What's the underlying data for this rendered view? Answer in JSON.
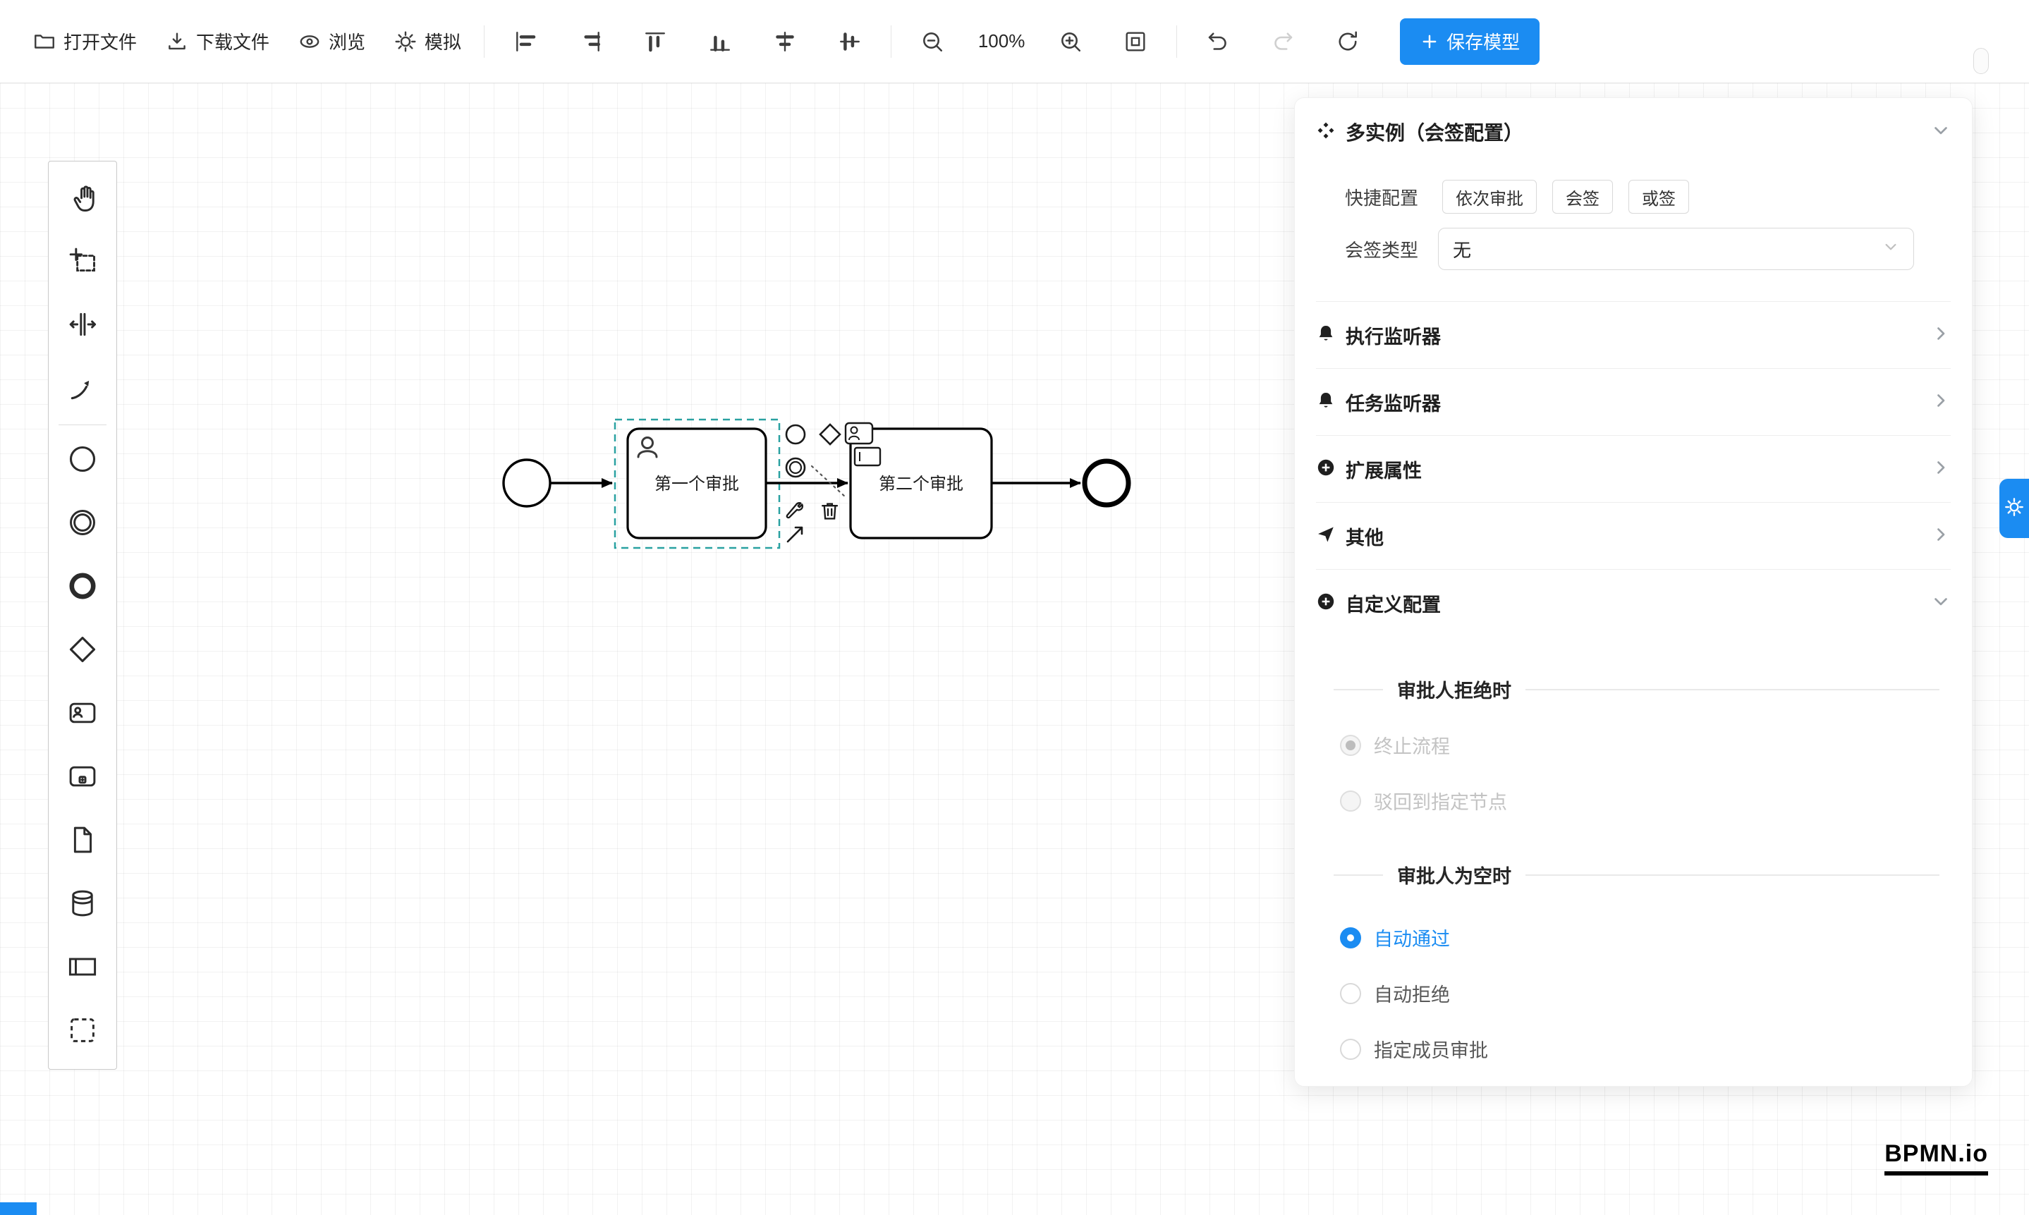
{
  "toolbar": {
    "open": "打开文件",
    "download": "下载文件",
    "preview": "浏览",
    "simulate": "模拟",
    "zoom_level": "100%",
    "save": "保存模型"
  },
  "canvas": {
    "task1_label": "第一个审批",
    "task2_label": "第二个审批"
  },
  "panel": {
    "title": "多实例（会签配置）",
    "quick_label": "快捷配置",
    "quick_options": [
      {
        "label": "依次审批"
      },
      {
        "label": "会签"
      },
      {
        "label": "或签"
      }
    ],
    "sign_type_label": "会签类型",
    "sign_type_value": "无",
    "sections": [
      {
        "label": "执行监听器"
      },
      {
        "label": "任务监听器"
      },
      {
        "label": "扩展属性"
      },
      {
        "label": "其他"
      },
      {
        "label": "自定义配置"
      }
    ],
    "reject_group_title": "审批人拒绝时",
    "reject_options": [
      {
        "label": "终止流程",
        "checked": true,
        "disabled": true
      },
      {
        "label": "驳回到指定节点",
        "checked": false,
        "disabled": true
      }
    ],
    "empty_group_title": "审批人为空时",
    "empty_options": [
      {
        "label": "自动通过",
        "checked": true
      },
      {
        "label": "自动拒绝",
        "checked": false
      },
      {
        "label": "指定成员审批",
        "checked": false
      }
    ]
  },
  "watermark": "BPMN.io",
  "colors": {
    "accent": "#1b8cf2",
    "selection_outline": "#2aa1a1"
  }
}
